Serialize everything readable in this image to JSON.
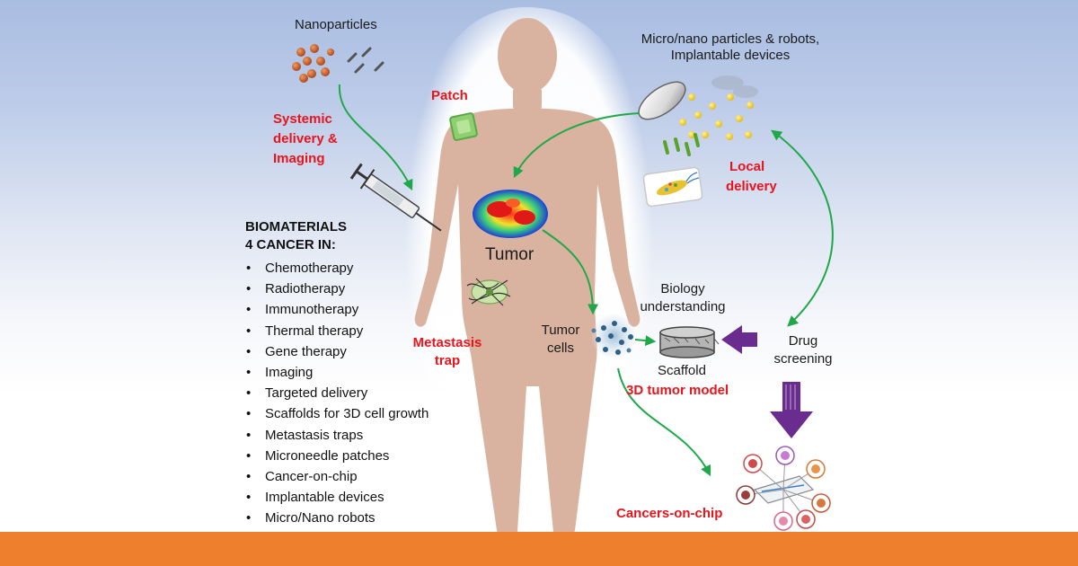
{
  "labels": {
    "nanoparticles": "Nanoparticles",
    "micro_nano_line1": "Micro/nano  particles & robots,",
    "micro_nano_line2": "Implantable devices",
    "patch": "Patch",
    "systemic_line1": "Systemic",
    "systemic_line2": "delivery  &",
    "systemic_line3": "Imaging",
    "local_line1": "Local",
    "local_line2": "delivery",
    "tumor": "Tumor",
    "biology_line1": "Biology",
    "biology_line2": "understanding",
    "tumor_cells_line1": "Tumor",
    "tumor_cells_line2": "cells",
    "scaffold": "Scaffold",
    "tumor_model_3d": "3D tumor model",
    "drug_screening_line1": "Drug",
    "drug_screening_line2": "screening",
    "metastasis_line1": "Metastasis",
    "metastasis_line2": "trap",
    "cancers_on_chip": "Cancers-on-chip"
  },
  "biomaterials": {
    "title_line1": "BIOMATERIALS",
    "title_line2": "4 CANCER IN:",
    "items": [
      "Chemotherapy",
      "Radiotherapy",
      "Immunotherapy",
      "Thermal therapy",
      "Gene therapy",
      "Imaging",
      "Targeted delivery",
      "Scaffolds for 3D cell growth",
      "Metastasis traps",
      "Microneedle patches",
      "Cancer-on-chip",
      "Implantable devices",
      "Micro/Nano robots"
    ]
  },
  "colors": {
    "accent_red": "#e8141b",
    "arrow_green": "#1fa84a",
    "arrow_purple": "#6a2c8e",
    "body_skin": "#d9b3a0",
    "bottom_band": "#ee7f2d"
  }
}
